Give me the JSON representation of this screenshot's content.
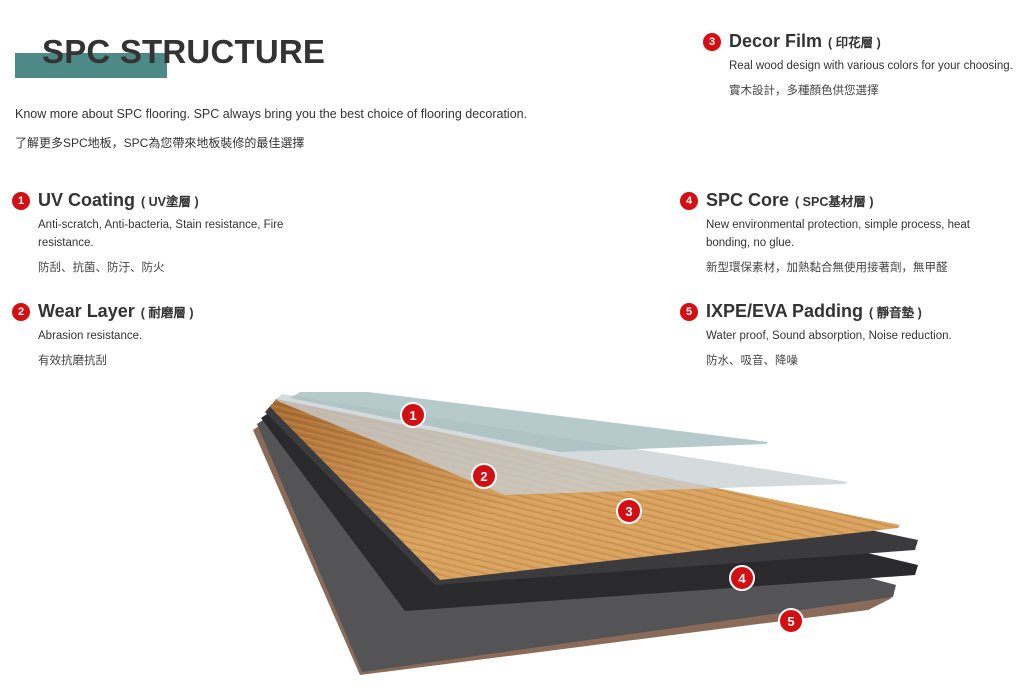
{
  "header": {
    "title": "SPC STRUCTURE",
    "intro_en": "Know more about SPC flooring. SPC always bring you the best choice of flooring decoration.",
    "intro_zh": "了解更多SPC地板，SPC為您帶來地板裝修的最佳選擇"
  },
  "layers": [
    {
      "number": "1",
      "name": "UV Coating",
      "name_zh": "( UV塗層 )",
      "desc_en": "Anti-scratch, Anti-bacteria, Stain resistance, Fire resistance.",
      "desc_zh": "防刮、抗菌、防汙、防火"
    },
    {
      "number": "2",
      "name": "Wear Layer",
      "name_zh": "( 耐磨層 )",
      "desc_en": "Abrasion resistance.",
      "desc_zh": "有效抗磨抗刮"
    },
    {
      "number": "3",
      "name": "Decor Film",
      "name_zh": "( 印花層 )",
      "desc_en": "Real wood design with various colors for your choosing.",
      "desc_zh": "實木設計，多種顏色供您選擇"
    },
    {
      "number": "4",
      "name": "SPC Core",
      "name_zh": "( SPC基材層 )",
      "desc_en": "New environmental protection, simple process, heat bonding, no glue.",
      "desc_zh": "新型環保素材，加熱黏合無使用接著劑，無甲醛"
    },
    {
      "number": "5",
      "name": "IXPE/EVA Padding",
      "name_zh": "( 靜音墊 )",
      "desc_en": "Water proof, Sound absorption, Noise reduction.",
      "desc_zh": "防水、吸音、降噪"
    }
  ],
  "diagram": {
    "markers": [
      "1",
      "2",
      "3",
      "4",
      "5"
    ],
    "colors": {
      "accent": "#d40f14",
      "title_bar": "#4d8a87",
      "uv_coating": "#a9bfc2",
      "wear_layer": "#c9d0d4",
      "decor_light": "#d9a25e",
      "decor_dark": "#a4682f",
      "core_top": "#3b3b3d",
      "core_mid": "#2a2a2c",
      "core_low": "#545456",
      "padding": "#8a6a58"
    }
  }
}
